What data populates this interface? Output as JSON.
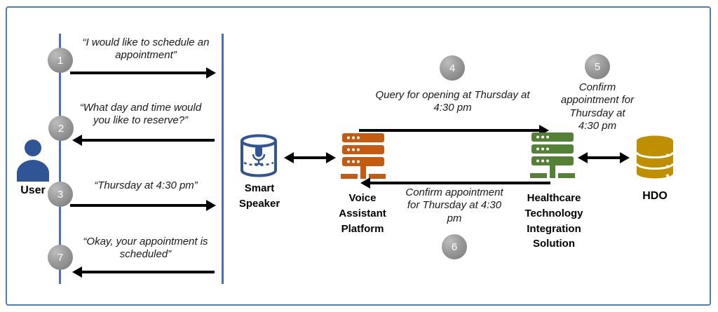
{
  "colors": {
    "frame_blue": "#4E7CC3",
    "lifeline_blue": "#4472C4",
    "actor_blue": "#2F5597",
    "platform_orange": "#C55A11",
    "integration_green": "#538135",
    "hdo_gold": "#BF8F00",
    "arrow_black": "#000000",
    "step_circle_gray": "#8C8C8C"
  },
  "icons": {
    "user": "person-icon",
    "smart_speaker": "cylinder-speaker-with-microphone-icon",
    "voice_assistant_platform": "server-stack-icon",
    "healthcare_integration": "server-stack-icon",
    "hdo": "database-cylinder-icon"
  },
  "actors": {
    "user": {
      "label": "User"
    },
    "smart_speaker": {
      "label": "Smart Speaker"
    },
    "voice_assistant_platform": {
      "label": "Voice Assistant Platform"
    },
    "healthcare_integration": {
      "label": "Healthcare Technology Integration Solution"
    },
    "hdo": {
      "label": "HDO"
    }
  },
  "steps": [
    {
      "number": "1",
      "text": "“I would like to schedule an appointment”",
      "from": "User",
      "to": "Smart Speaker",
      "direction": "right"
    },
    {
      "number": "2",
      "text": "“What day and time would you like to reserve?”",
      "from": "Smart Speaker",
      "to": "User",
      "direction": "left"
    },
    {
      "number": "3",
      "text": "“Thursday at 4:30 pm”",
      "from": "User",
      "to": "Smart Speaker",
      "direction": "right"
    },
    {
      "number": "4",
      "text": "Query for opening at Thursday at 4:30 pm",
      "from": "Voice Assistant Platform",
      "to": "Healthcare Technology Integration Solution",
      "direction": "right"
    },
    {
      "number": "5",
      "text": "Confirm appointment for Thursday at 4:30 pm",
      "from": "Healthcare Technology Integration Solution",
      "to": "HDO",
      "direction": "both"
    },
    {
      "number": "6",
      "text": "Confirm appointment for Thursday at 4:30 pm",
      "from": "Healthcare Technology Integration Solution",
      "to": "Voice Assistant Platform",
      "direction": "left"
    },
    {
      "number": "7",
      "text": "“Okay, your appointment is scheduled”",
      "from": "Smart Speaker",
      "to": "User",
      "direction": "left"
    }
  ]
}
